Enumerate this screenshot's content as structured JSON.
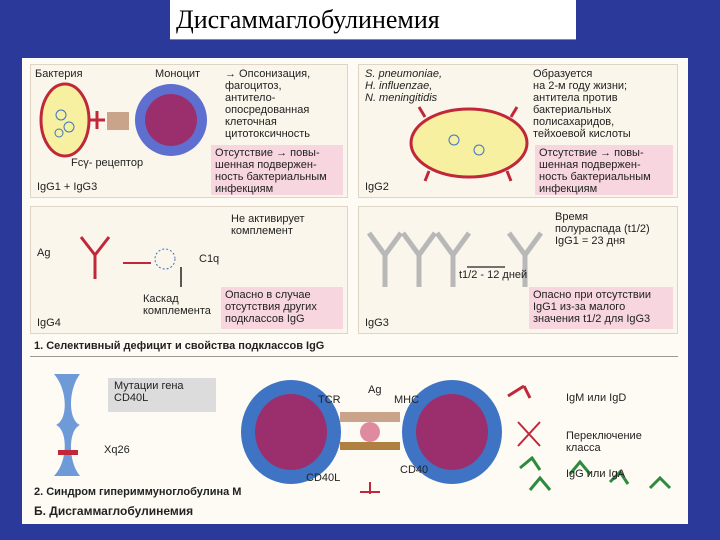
{
  "title": "Дисгаммаглобулинемия",
  "panel_a": {
    "bacterium": "Бактерия",
    "monocyte": "Моноцит",
    "effects": "→ Опсонизация,\nфагоцитоз,\nантитело-\nопосредованная\nклеточная\nцитотоксичность",
    "receptor": "Fcγ- рецептор",
    "deficiency": "Отсутствие → повы-\nшенная подвержен-\nность бактериальным\nинфекциям",
    "subclass": "IgG1 + IgG3"
  },
  "panel_b": {
    "organisms": "S. pneumoniae,\nH. influenzae,\nN. meningitidis",
    "formed": "Образуется\nна 2-м году жизни;\nантитела против\nбактериальных\nполисахаридов,\nтейхоевой кислоты",
    "deficiency": "Отсутствие → повы-\nшенная подвержен-\nность бактериальным\nинфекциям",
    "subclass": "IgG2"
  },
  "panel_c": {
    "no_complement": "Не активирует\nкомплемент",
    "ag": "Ag",
    "c1q": "C1q",
    "cascade": "Каскад\nкомплемента",
    "danger": "Опасно в случае\nотсутствия других\nподклассов IgG",
    "subclass": "IgG4"
  },
  "panel_d": {
    "halflife": "Время\nполураспада (t1/2)\nIgG1 = 23 дня",
    "short": "t1/2 - 12 дней",
    "danger": "Опасно при отсутствии\nIgG1 из-за малого\nзначения t1/2 для IgG3",
    "subclass": "IgG3"
  },
  "caption1": "1. Селективный дефицит и свойства подклассов IgG",
  "part2": {
    "mutation": "Мутации гена\nCD40L",
    "locus": "Xq26",
    "tcr": "TCR",
    "ag": "Ag",
    "mhc": "MHC",
    "cd40l": "CD40L",
    "cd40": "CD40",
    "igm": "IgM или IgD",
    "switch": "Переключение\nкласса",
    "igg": "IgG или IgA",
    "caption": "2. Синдром гипериммуноглобулина M"
  },
  "section_b": "Б. Дисгаммаглобулинемия",
  "colors": {
    "background": "#2b3a9a",
    "pink_box": "#f7d6df",
    "nucleus": "#9b2f6d",
    "cell_blue": "#3f74c4",
    "antibody_red": "#c0283a",
    "antibody_green": "#2e8a3c"
  }
}
